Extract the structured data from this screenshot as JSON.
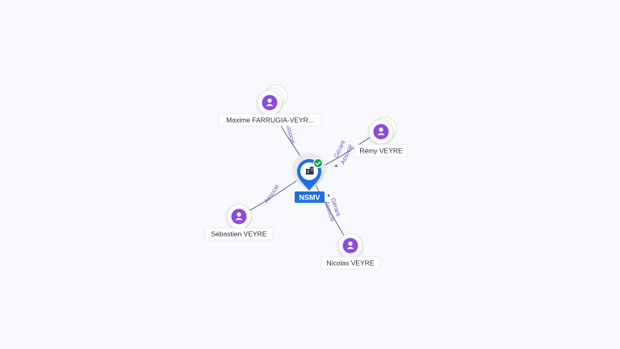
{
  "company": {
    "name": "NSMV",
    "building_icon": "building-icon",
    "verified_icon": "check-icon",
    "brand_color": "#1c6fe0",
    "verified_color": "#1f9d55"
  },
  "people": [
    {
      "id": "maxime",
      "name": "Maxime FARRUGIA-VEYR...",
      "roles": [
        "Associé"
      ],
      "icon": "person-icon"
    },
    {
      "id": "remy",
      "name": "Rémy VEYRE",
      "roles": [
        "Gérant",
        "Associé"
      ],
      "icon": "person-icon"
    },
    {
      "id": "sebastien",
      "name": "Sébastien VEYRE",
      "roles": [
        "Associé"
      ],
      "icon": "person-icon"
    },
    {
      "id": "nicolas",
      "name": "Nicolas VEYRE",
      "roles": [
        "Gérant",
        "Associé"
      ],
      "icon": "person-icon"
    }
  ],
  "colors": {
    "person": "#8a4be0",
    "edge_label": "#6b57d6",
    "background": "#f8f9fc"
  }
}
